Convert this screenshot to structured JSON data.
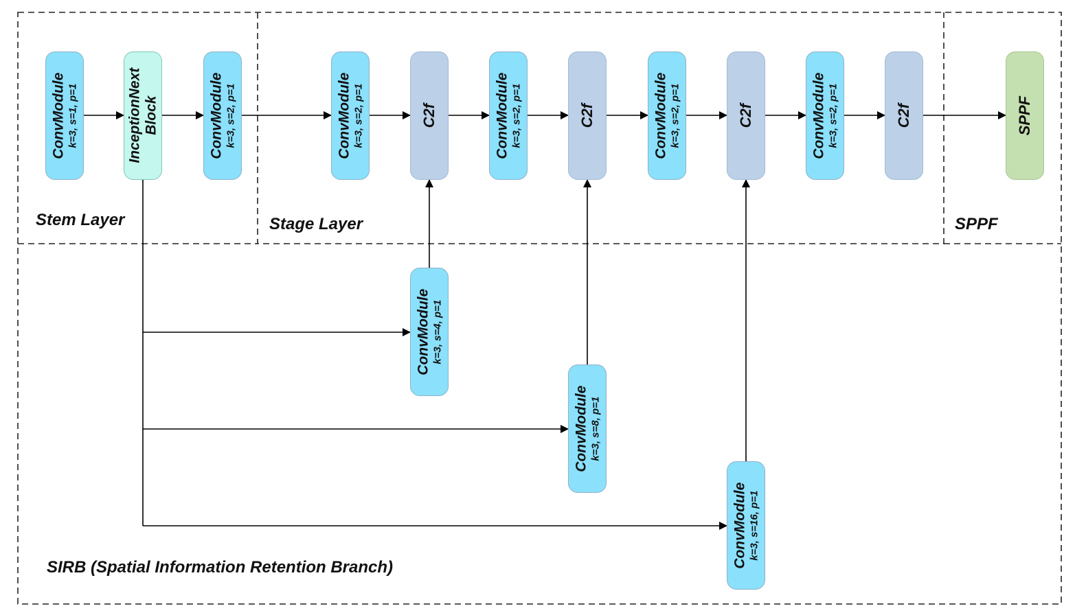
{
  "regions": {
    "stem": "Stem Layer",
    "stage": "Stage Layer",
    "sppf": "SPPF",
    "sirb": "SIRB (Spatial Information Retention Branch)"
  },
  "nodes": {
    "stem_conv1": {
      "title": "ConvModule",
      "params": "k=3, s=1, p=1"
    },
    "inception": {
      "title": "InceptionNext",
      "params": "Block"
    },
    "stem_conv2": {
      "title": "ConvModule",
      "params": "k=3, s=2, p=1"
    },
    "stage_conv1": {
      "title": "ConvModule",
      "params": "k=3, s=2, p=1"
    },
    "c2f_1": {
      "title": "C2f"
    },
    "stage_conv2": {
      "title": "ConvModule",
      "params": "k=3, s=2, p=1"
    },
    "c2f_2": {
      "title": "C2f"
    },
    "stage_conv3": {
      "title": "ConvModule",
      "params": "k=3, s=2, p=1"
    },
    "c2f_3": {
      "title": "C2f"
    },
    "stage_conv4": {
      "title": "ConvModule",
      "params": "k=3, s=2, p=1"
    },
    "c2f_4": {
      "title": "C2f"
    },
    "sppf_block": {
      "title": "SPPF"
    },
    "sirb_conv1": {
      "title": "ConvModule",
      "params": "k=3, s=4, p=1"
    },
    "sirb_conv2": {
      "title": "ConvModule",
      "params": "k=3, s=8, p=1"
    },
    "sirb_conv3": {
      "title": "ConvModule",
      "params": "k=3, s=16, p=1"
    }
  },
  "colors": {
    "conv": "#8be0fb",
    "inception": "#c4f7ee",
    "c2f": "#bcd0e8",
    "sppf": "#c4dfb0"
  }
}
